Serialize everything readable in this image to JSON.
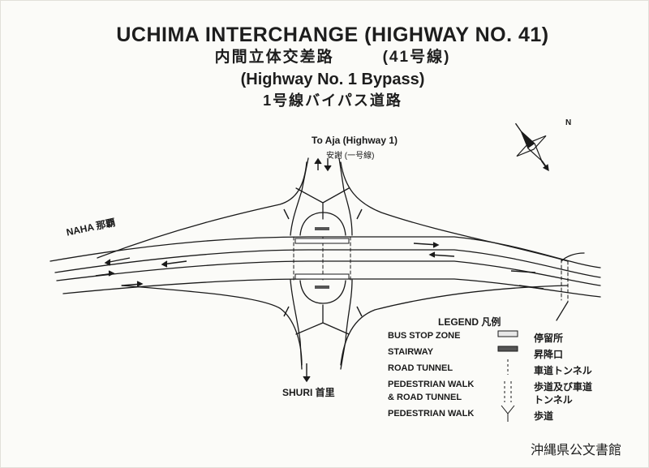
{
  "title": {
    "line1": "UCHIMA INTERCHANGE (HIGHWAY NO. 41)",
    "line2_left": "内間立体交差路",
    "line2_right": "(41号線)",
    "line3": "(Highway No. 1 Bypass)",
    "line4": "1号線バイパス道路"
  },
  "destinations": {
    "north_en": "To Aja (Highway 1)",
    "north_jp": "安謝 (一号線)",
    "west": "NAHA 那覇",
    "south": "SHURI 首里"
  },
  "legend": {
    "title": "LEGEND 凡例",
    "items": [
      {
        "en": "BUS STOP ZONE",
        "jp": "停留所",
        "symbol": "bus-stop-zone"
      },
      {
        "en": "STAIRWAY",
        "jp": "昇降口",
        "symbol": "stairway"
      },
      {
        "en": "ROAD TUNNEL",
        "jp": "車道トンネル",
        "symbol": "road-tunnel"
      },
      {
        "en": "PEDESTRIAN WALK",
        "jp": "歩道及び車道",
        "symbol": "pedestrian-walk-road-tunnel"
      },
      {
        "en": "& ROAD TUNNEL",
        "jp": "トンネル",
        "symbol": "pedestrian-walk-road-tunnel"
      },
      {
        "en": "PEDESTRIAN WALK",
        "jp": "歩道",
        "symbol": "pedestrian-walk"
      }
    ]
  },
  "compass": {
    "label": "N",
    "icon": "north-arrow-icon"
  },
  "archive_stamp": "沖縄県公文書館",
  "colors": {
    "ink": "#1a1a1a",
    "paper": "#fbfbf8"
  }
}
